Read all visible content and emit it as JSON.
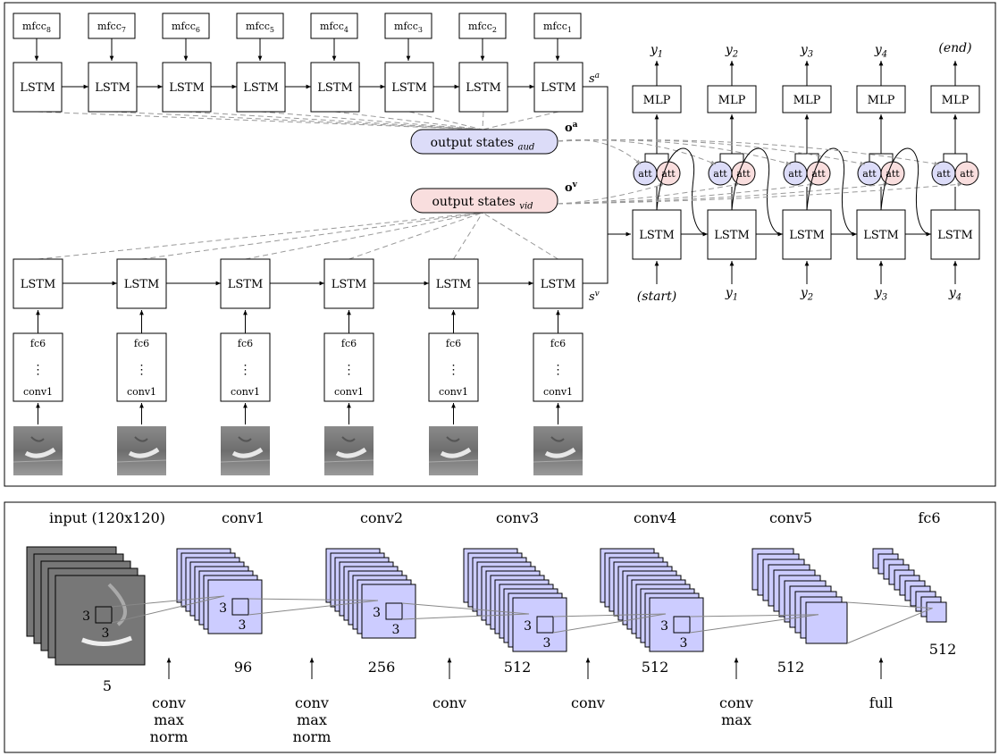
{
  "top_panel": {
    "mfcc_labels": [
      "mfcc8",
      "mfcc7",
      "mfcc6",
      "mfcc5",
      "mfcc4",
      "mfcc3",
      "mfcc2",
      "mfcc1"
    ],
    "lstm_label": "LSTM",
    "mlp_label": "MLP",
    "att_label": "att",
    "fc6_label": "fc6",
    "conv1_label": "conv1",
    "dots_label": "⋮",
    "output_aud_label": "output states",
    "output_aud_sub": "aud",
    "output_vid_label": "output states",
    "output_vid_sub": "vid",
    "oa_label": "o",
    "oa_sup": "a",
    "ov_label": "o",
    "ov_sup": "v",
    "sa_label": "s",
    "sa_sup": "a",
    "sv_label": "s",
    "sv_sup": "v",
    "outputs": [
      "y1",
      "y2",
      "y3",
      "y4",
      "(end)"
    ],
    "inputs": [
      "(start)",
      "y1",
      "y2",
      "y3",
      "y4"
    ],
    "colors": {
      "aud": "#dcdcf8",
      "vid": "#f9dede",
      "att_blue": "#dcdcf8",
      "att_pink": "#f9dede"
    }
  },
  "bottom_panel": {
    "layers": [
      {
        "title": "input  (120x120)",
        "count": "5",
        "kernel": "3"
      },
      {
        "title": "conv1",
        "count": "96",
        "kernel": "3"
      },
      {
        "title": "conv2",
        "count": "256",
        "kernel": "3"
      },
      {
        "title": "conv3",
        "count": "512",
        "kernel": "3"
      },
      {
        "title": "conv4",
        "count": "512",
        "kernel": "3"
      },
      {
        "title": "conv5",
        "count": "512"
      },
      {
        "title": "fc6",
        "count": "512"
      }
    ],
    "ops": [
      [
        "conv",
        "max",
        "norm"
      ],
      [
        "conv",
        "max",
        "norm"
      ],
      [
        "conv"
      ],
      [
        "conv"
      ],
      [
        "conv",
        "max"
      ],
      [
        "full"
      ]
    ],
    "colors": {
      "feature_map": "#ccccff"
    }
  }
}
